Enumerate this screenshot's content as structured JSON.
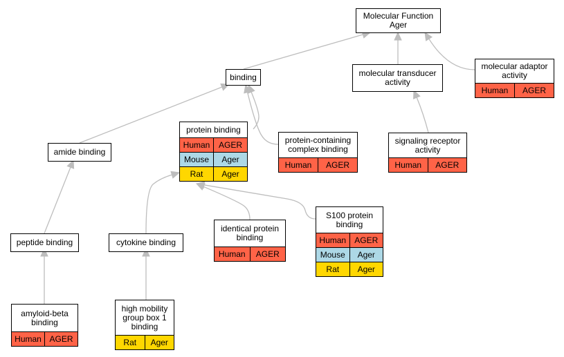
{
  "colors": {
    "edge": "#bdbdbd",
    "species": {
      "Human": "#ff6347",
      "Mouse": "#add8e6",
      "Rat": "#ffd700"
    }
  },
  "nodes": {
    "root": {
      "label": "Molecular Function\nAger",
      "rows": []
    },
    "binding": {
      "label": "binding",
      "rows": []
    },
    "transducer": {
      "label": "molecular transducer\nactivity",
      "rows": []
    },
    "adaptor": {
      "label": "molecular adaptor\nactivity",
      "rows": [
        {
          "species": "Human",
          "gene": "AGER"
        }
      ]
    },
    "protein_binding": {
      "label": "protein binding",
      "rows": [
        {
          "species": "Human",
          "gene": "AGER"
        },
        {
          "species": "Mouse",
          "gene": "Ager"
        },
        {
          "species": "Rat",
          "gene": "Ager"
        }
      ]
    },
    "complex_binding": {
      "label": "protein-containing\ncomplex binding",
      "rows": [
        {
          "species": "Human",
          "gene": "AGER"
        }
      ]
    },
    "signaling": {
      "label": "signaling receptor\nactivity",
      "rows": [
        {
          "species": "Human",
          "gene": "AGER"
        }
      ]
    },
    "amide": {
      "label": "amide binding",
      "rows": []
    },
    "identical": {
      "label": "identical protein\nbinding",
      "rows": [
        {
          "species": "Human",
          "gene": "AGER"
        }
      ]
    },
    "s100": {
      "label": "S100 protein\nbinding",
      "rows": [
        {
          "species": "Human",
          "gene": "AGER"
        },
        {
          "species": "Mouse",
          "gene": "Ager"
        },
        {
          "species": "Rat",
          "gene": "Ager"
        }
      ]
    },
    "peptide": {
      "label": "peptide binding",
      "rows": []
    },
    "cytokine": {
      "label": "cytokine binding",
      "rows": []
    },
    "amyloid": {
      "label": "amyloid-beta\nbinding",
      "rows": [
        {
          "species": "Human",
          "gene": "AGER"
        }
      ]
    },
    "hmgb1": {
      "label": "high mobility\ngroup box 1\nbinding",
      "rows": [
        {
          "species": "Rat",
          "gene": "Ager"
        }
      ]
    }
  },
  "edges": [
    {
      "from": "binding",
      "to": "root"
    },
    {
      "from": "transducer",
      "to": "root"
    },
    {
      "from": "adaptor",
      "to": "root"
    },
    {
      "from": "amide",
      "to": "binding"
    },
    {
      "from": "protein_binding",
      "to": "binding"
    },
    {
      "from": "complex_binding",
      "to": "binding"
    },
    {
      "from": "signaling",
      "to": "transducer"
    },
    {
      "from": "peptide",
      "to": "amide"
    },
    {
      "from": "cytokine",
      "to": "protein_binding"
    },
    {
      "from": "identical",
      "to": "protein_binding"
    },
    {
      "from": "s100",
      "to": "protein_binding"
    },
    {
      "from": "amyloid",
      "to": "peptide"
    },
    {
      "from": "hmgb1",
      "to": "cytokine"
    }
  ]
}
